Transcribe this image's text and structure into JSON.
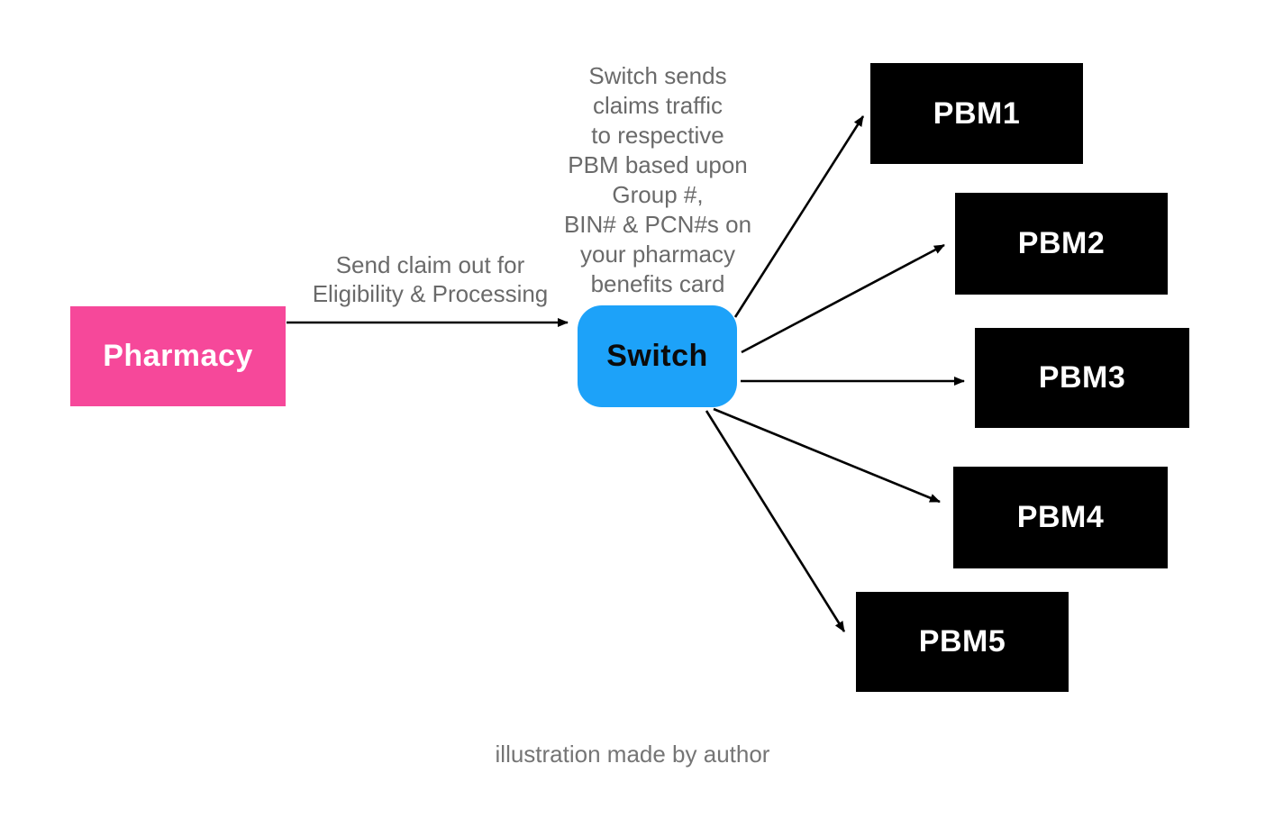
{
  "theme": {
    "background": "#ffffff",
    "pharmacy_fill": "#f6489a",
    "pharmacy_text": "#ffffff",
    "switch_fill": "#1da2f9",
    "switch_text": "#0b0b0b",
    "pbm_fill": "#000000",
    "pbm_text": "#ffffff",
    "arrow_color": "#000000",
    "note_text": "#6a6a6a",
    "caption_text": "#757575"
  },
  "diagram": {
    "pharmacy": {
      "label": "Pharmacy"
    },
    "switch": {
      "label": "Switch"
    },
    "pbms": [
      {
        "label": "PBM1"
      },
      {
        "label": "PBM2"
      },
      {
        "label": "PBM3"
      },
      {
        "label": "PBM4"
      },
      {
        "label": "PBM5"
      }
    ],
    "claim_arrow_label": "Send claim out for\nEligibility & Processing",
    "switch_note": "Switch sends\nclaims traffic\nto respective\nPBM based upon\nGroup #,\nBIN# & PCN#s on\nyour pharmacy\nbenefits card",
    "caption": "illustration made by author"
  }
}
